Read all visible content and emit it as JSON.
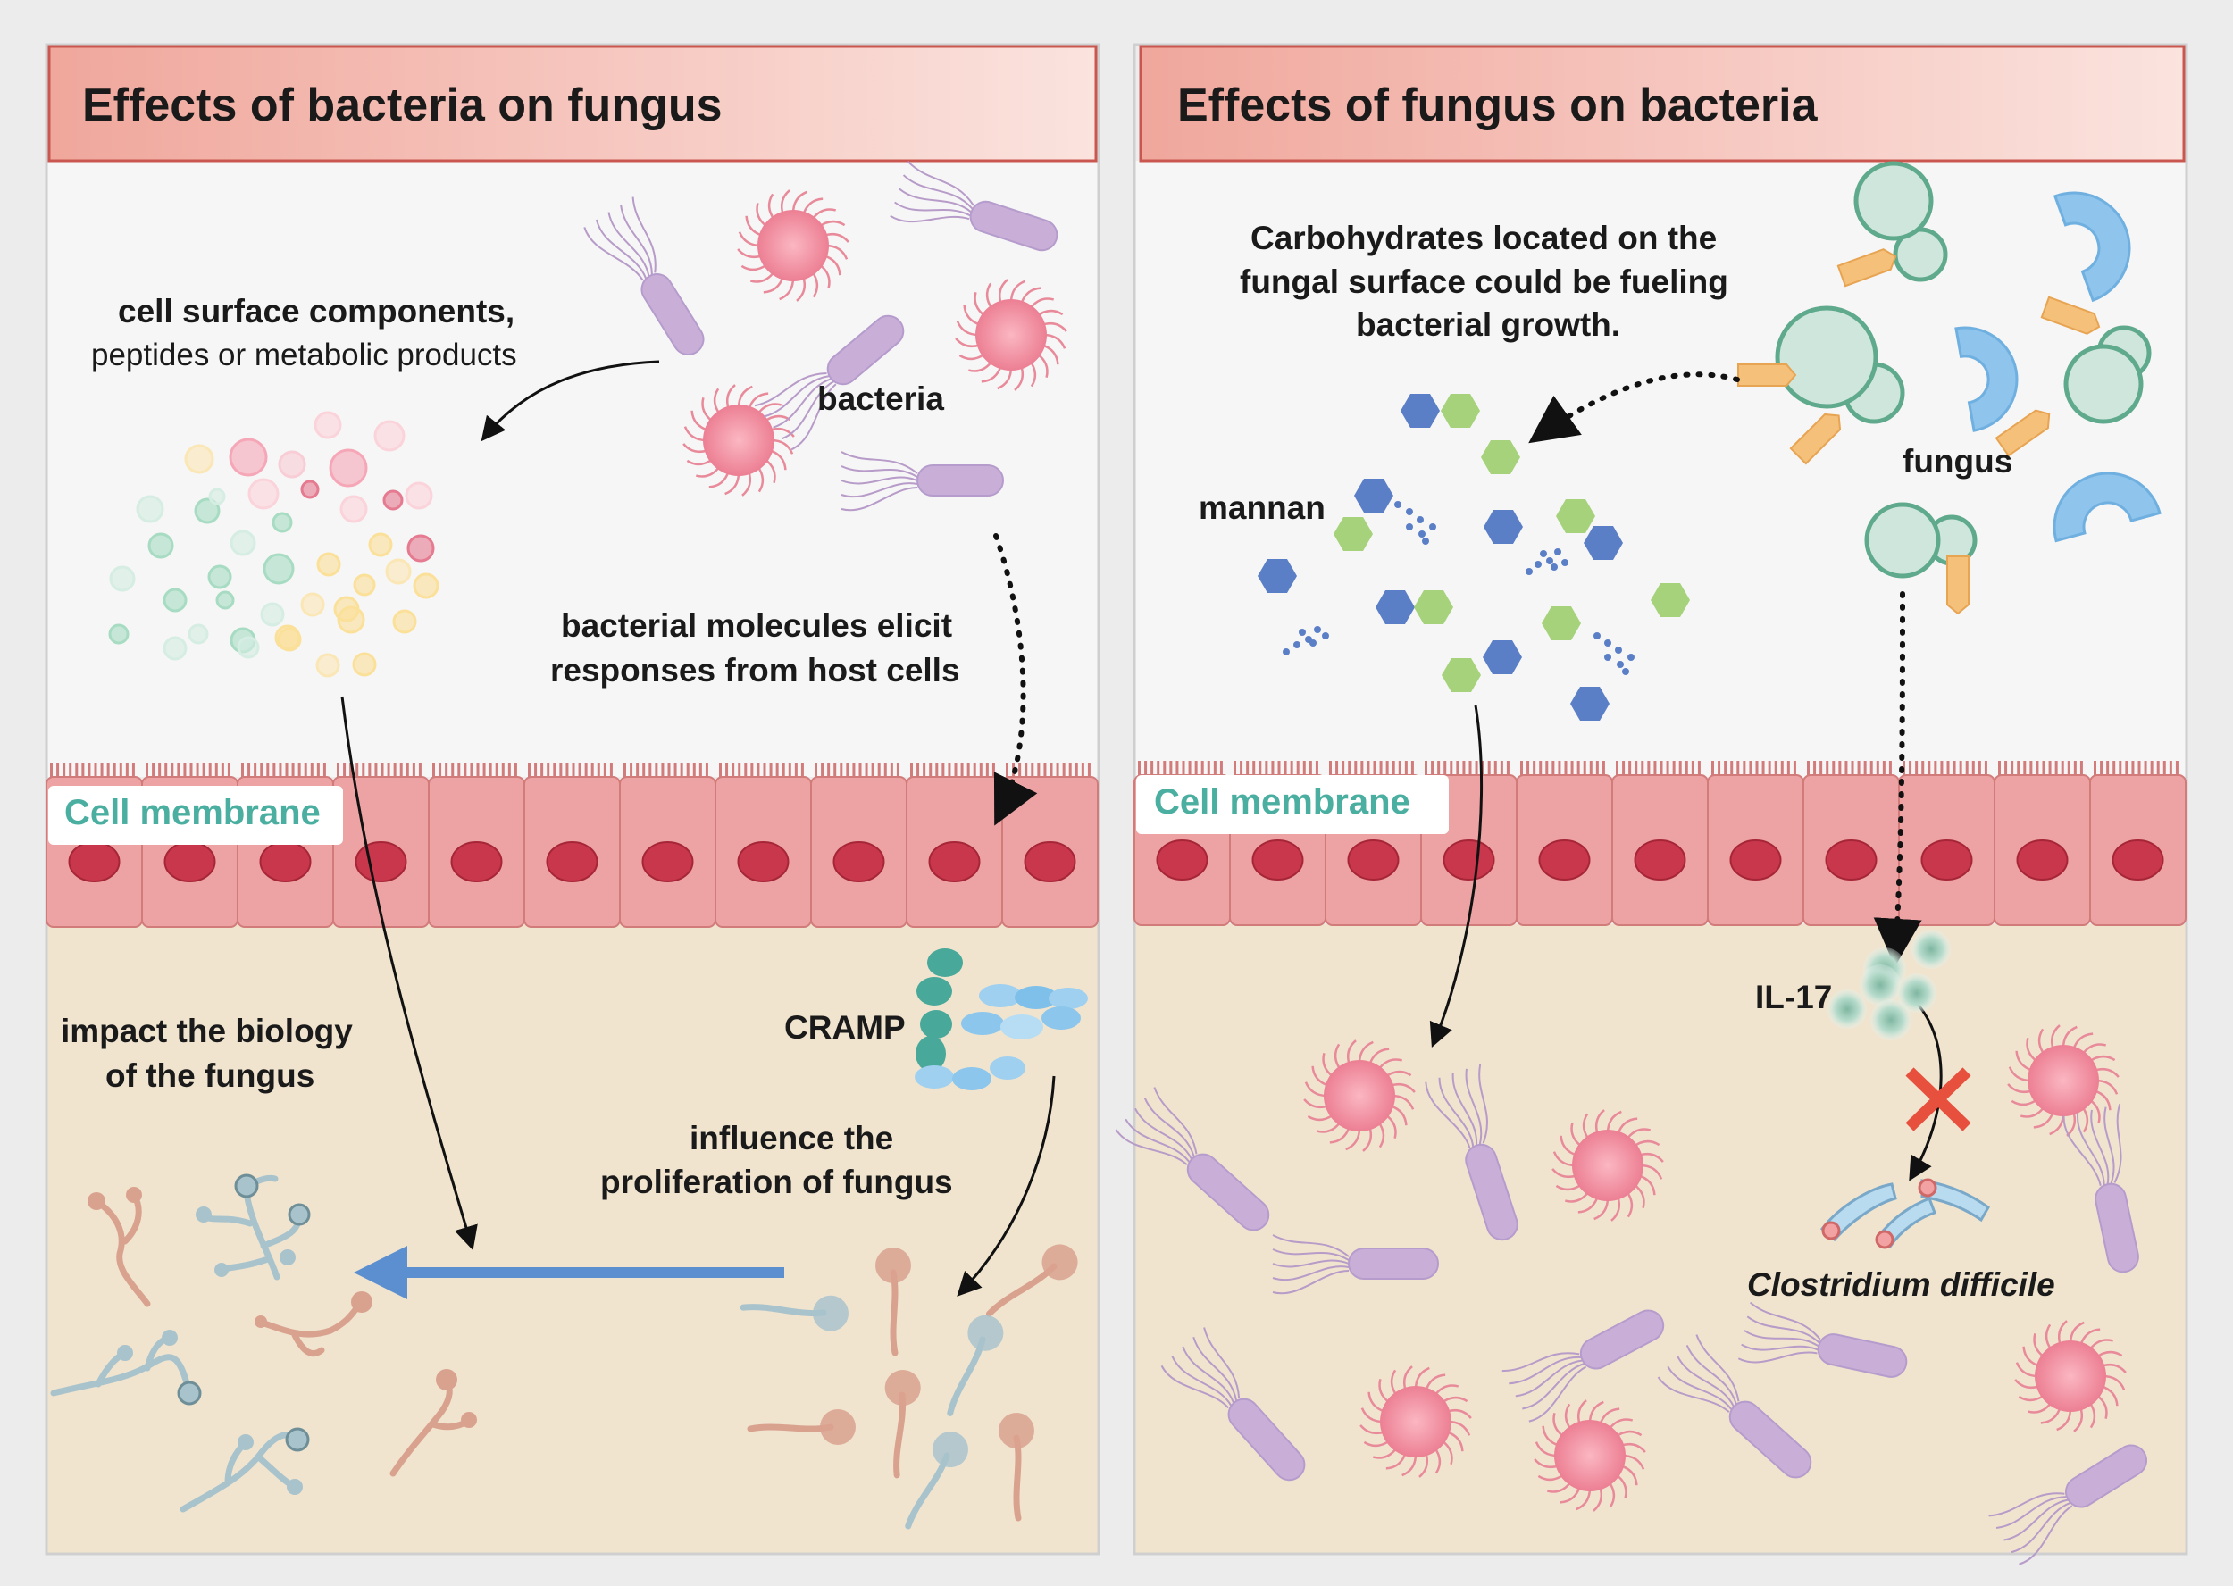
{
  "panels": [
    {
      "title": "Effects of bacteria on fungus",
      "membrane_label": "Cell membrane",
      "labels": {
        "surface_line1": "cell surface components,",
        "surface_line2": "peptides or metabolic products",
        "bacteria": "bacteria",
        "elicit_line1": "bacterial molecules elicit",
        "elicit_line2": "responses from host cells",
        "impact_line1": "impact the biology",
        "impact_line2": "of the fungus",
        "cramp": "CRAMP",
        "influence_line1": "influence the",
        "influence_line2": "proliferation of  fungus"
      }
    },
    {
      "title": "Effects of fungus on bacteria",
      "membrane_label": "Cell membrane",
      "labels": {
        "carb_line1": "Carbohydrates located on the",
        "carb_line2": "fungal surface could be fueling",
        "carb_line3": "bacterial growth.",
        "mannan": "mannan",
        "fungus": "fungus",
        "il17": "IL-17",
        "cdiff": "Clostridium difficile"
      }
    }
  ],
  "colors": {
    "header_bg": "#f3b7ad",
    "header_border": "#c9574f",
    "lumen_bg": "#f6f6f6",
    "tissue_bg": "#f0e4cf",
    "cell_fill": "#eda3a3",
    "cell_border": "#d27b7b",
    "nucleus": "#c9374c",
    "membrane_text": "#4aaea0",
    "coccus": "#ef8fa0",
    "rod": "#c9aed8",
    "blue_arrow": "#5b8fd0",
    "inhibit_cross": "#e6503d",
    "mannan_blue": "#5b7fc6",
    "mannan_green": "#a6d27c",
    "yeast": "#cfe6dc",
    "yeast_border": "#5fa98d",
    "hypha_blue": "#a9c3cc",
    "hypha_pink": "#d9a28f",
    "carbohydrate": "#f5c07a",
    "crescent": "#8fc4ec",
    "il17": "#8fc2ad",
    "cramp_teal": "#48a899",
    "cramp_blue": "#9fd0f0"
  },
  "icons": [
    "coccus-icon",
    "rod-bacterium-icon",
    "metabolite-icon",
    "hypha-icon",
    "spore-fungus-icon",
    "mannan-hexagon-icon",
    "yeast-icon",
    "crescent-icon",
    "carbohydrate-icon",
    "il17-icon",
    "cramp-icon",
    "inhibit-cross-icon",
    "clostridium-icon"
  ]
}
